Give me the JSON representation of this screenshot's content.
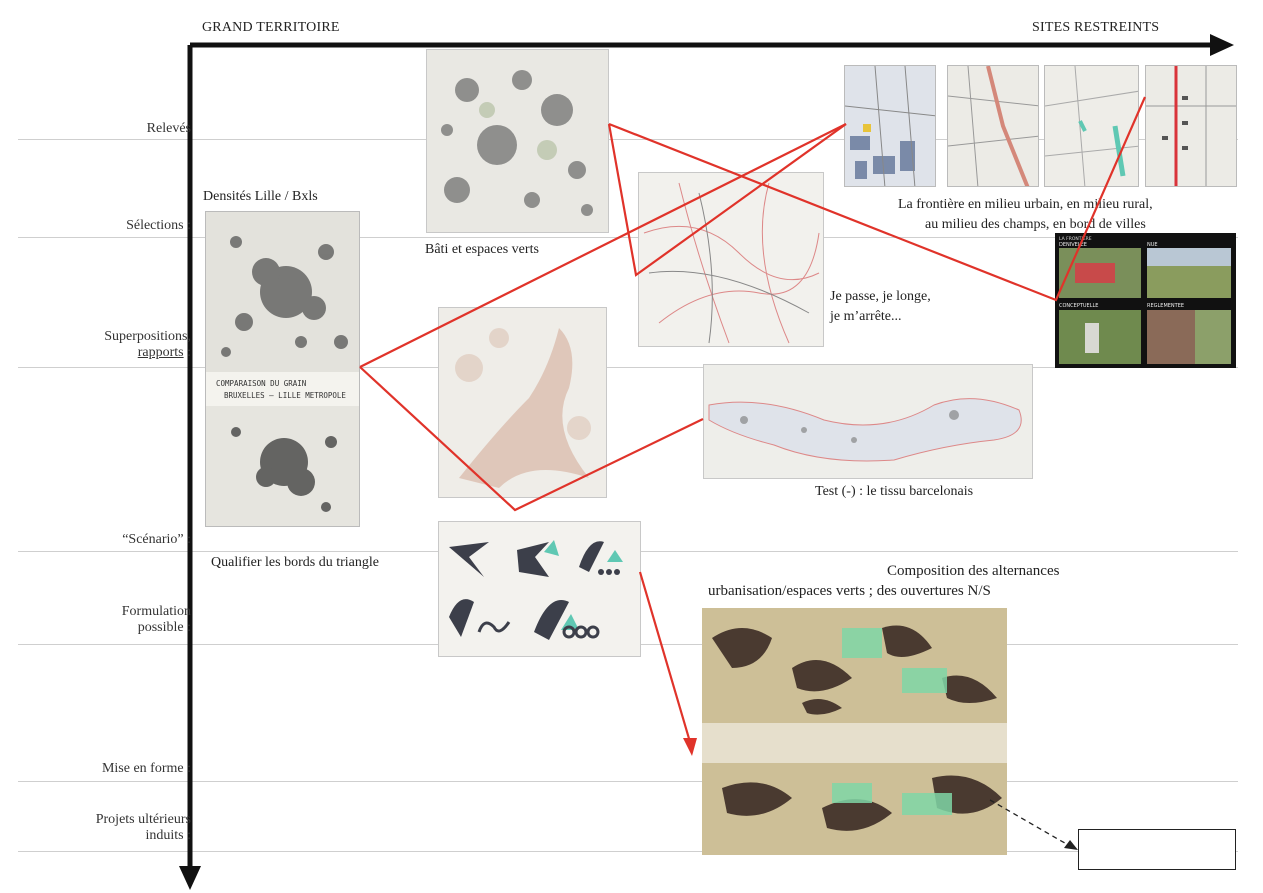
{
  "axis": {
    "top_left": "GRAND TERRITOIRE",
    "top_right": "SITES RESTREINTS"
  },
  "rows": [
    {
      "label": "Relevés"
    },
    {
      "label": "Sélections :"
    },
    {
      "label_line1": "Superpositions,",
      "label_line2": "rapports",
      "label_suffix": " :"
    },
    {
      "label": "“Scénario” :"
    },
    {
      "label_line1": "Formulation",
      "label_line2": "possible :"
    },
    {
      "label": "Mise en forme :"
    },
    {
      "label_line1": "Projets ultérieurs",
      "label_line2": "induits :"
    }
  ],
  "captions": {
    "densites": "Densités Lille / Bxls",
    "bati": "Bâti et espaces verts",
    "frontiere_line1": "La frontière en milieu urbain, en milieu rural,",
    "frontiere_line2": "au milieu des champs, en bord de villes",
    "je_passe_line1": "Je passe, je longe,",
    "je_passe_line2": "je m’arrête...",
    "test": "Test (-)  : le tissu barcelonais",
    "qualifier": "Qualifier les bords du triangle",
    "composition_line1": "Composition des alternances",
    "composition_line2": "urbanisation/espaces verts ; des ouvertures N/S"
  },
  "image_texts": {
    "comparaison_line1": "COMPARAISON DU GRAIN",
    "comparaison_line2": "BRUXELLES – LILLE METROPOLE",
    "panel_title": "LA FRONTIERE",
    "panel_tl": "DENIVELEE",
    "panel_tr": "NUE",
    "panel_bl": "CONCEPTUELLE",
    "panel_br": "REGLEMENTEE"
  },
  "colors": {
    "red_line": "#e0332a",
    "axis": "#111111",
    "row_line": "#cfcfcf",
    "teal_accent": "#5fc8b3"
  }
}
